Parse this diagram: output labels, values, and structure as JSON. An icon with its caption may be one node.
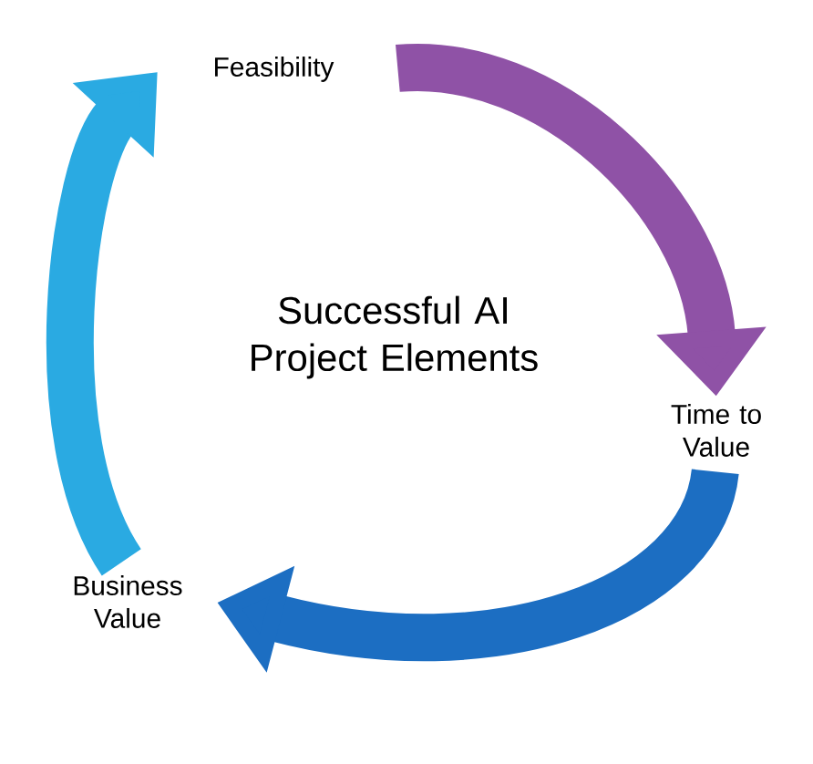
{
  "diagram": {
    "title": "Successful AI Project Elements",
    "nodes": [
      {
        "text": [
          "Feasibility"
        ]
      },
      {
        "text": [
          "Time to Value"
        ]
      },
      {
        "text": [
          "Business Value"
        ]
      }
    ],
    "edges": [
      {
        "from": 0,
        "to": 1,
        "arrow": "to",
        "color": "#8f52a6"
      },
      {
        "from": 1,
        "to": 2,
        "arrow": "to",
        "color": "#1c6ec2"
      },
      {
        "from": 2,
        "to": 0,
        "arrow": "to",
        "color": "#2aaae2"
      }
    ]
  }
}
